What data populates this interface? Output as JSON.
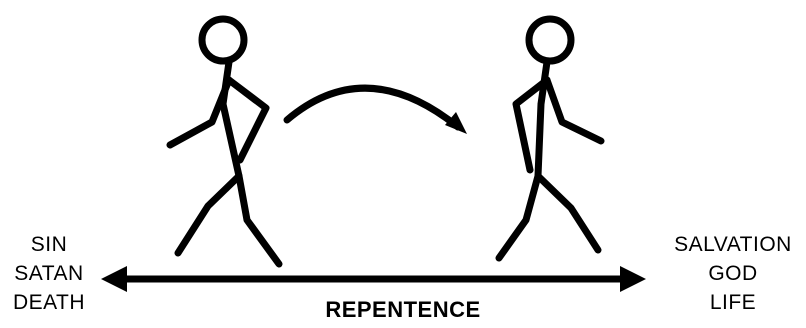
{
  "left_states": [
    "SIN",
    "SATAN",
    "DEATH"
  ],
  "right_states": [
    "SALVATION",
    "GOD",
    "LIFE"
  ],
  "center_label": "REPENTENCE",
  "colors": {
    "ink": "#000000",
    "background": "#ffffff"
  },
  "icons": {
    "left_figure": "stick-figure-walking-right",
    "right_figure": "stick-figure-walking-right",
    "turn": "curved-arrow-right",
    "axis": "double-headed-arrow"
  }
}
